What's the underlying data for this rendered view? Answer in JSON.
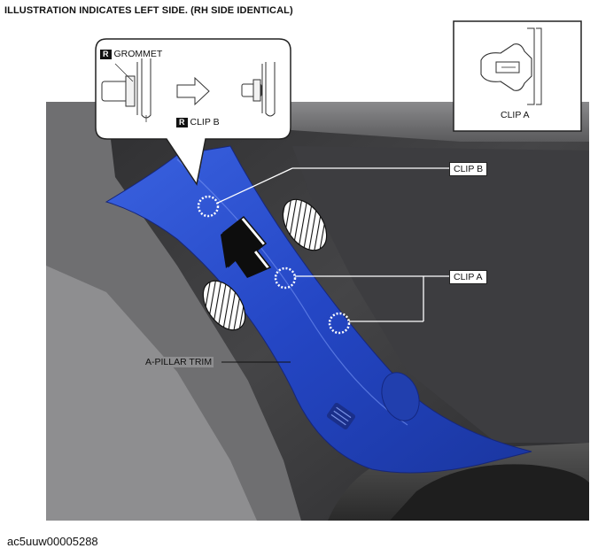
{
  "header": {
    "text": "ILLUSTRATION INDICATES LEFT SIDE. (RH SIDE IDENTICAL)"
  },
  "callouts": {
    "clip_b_label": "CLIP B",
    "clip_a_label": "CLIP A",
    "a_pillar_label": "A-PILLAR TRIM"
  },
  "inset_left": {
    "grommet_label": "GROMMET",
    "grommet_badge": "R",
    "clip_b_label": "CLIP B",
    "clip_b_badge": "R"
  },
  "inset_right": {
    "clip_a_label": "CLIP A"
  },
  "footer": {
    "figure_id": "ac5uuw00005288"
  },
  "colors": {
    "trim_blue": "#2a4fcf",
    "interior_dark": "#3a3a3c",
    "inset_border": "#222222"
  }
}
